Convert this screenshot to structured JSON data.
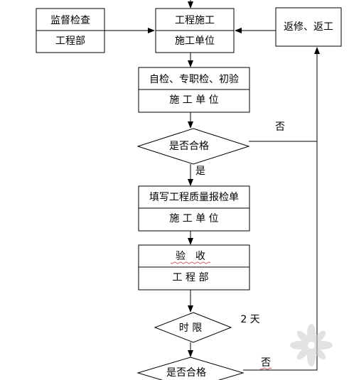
{
  "nodes": {
    "supervision": {
      "line1": "监督检查",
      "line2": "工程部"
    },
    "construction": {
      "line1": "工程施工",
      "line2": "施工单位"
    },
    "rework": {
      "label": "返修、返工"
    },
    "self_check": {
      "line1": "自检、专职检、初验",
      "line2": "施 工 单 位"
    },
    "qualified_1": {
      "label": "是否合格"
    },
    "report": {
      "line1": "填写工程质量报检单",
      "line2": "施 工 单 位"
    },
    "acceptance": {
      "line1": "验　收",
      "line2": "工 程 部"
    },
    "time_limit": {
      "label": "时 限"
    },
    "qualified_2": {
      "label": "是否合格"
    }
  },
  "edge_labels": {
    "no_1": "否",
    "yes_1": "是",
    "days": "2 天",
    "no_2": "否"
  },
  "colors": {
    "line": "#000000",
    "border": "#000000",
    "background": "#ffffff",
    "spellcheck_underline": "#d83030",
    "watermark": "#cccccc"
  },
  "watermark": {
    "icon": "flower-logo-icon"
  }
}
